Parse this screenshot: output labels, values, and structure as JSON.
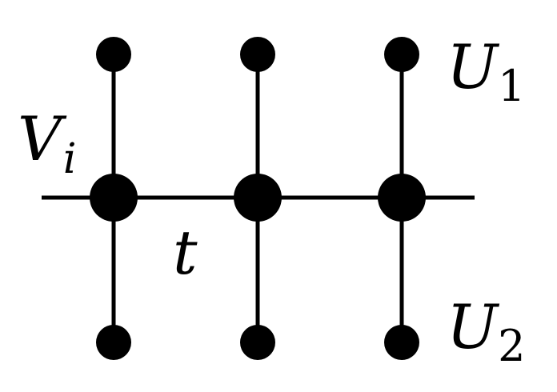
{
  "labels": {
    "v": {
      "base": "V",
      "sub": "i"
    },
    "t": "t",
    "u1": {
      "base": "U",
      "sub": "1"
    },
    "u2": {
      "base": "U",
      "sub": "2"
    }
  },
  "colors": {
    "stroke": "#000000",
    "node": "#000000",
    "background": "#ffffff"
  }
}
